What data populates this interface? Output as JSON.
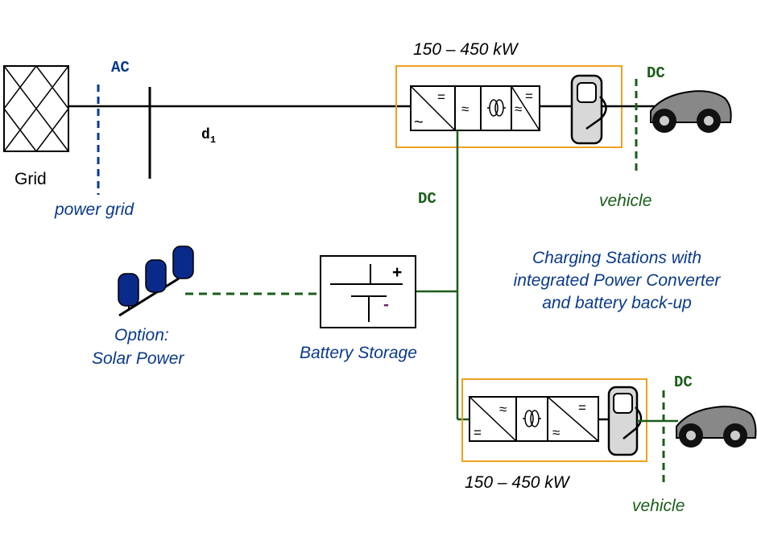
{
  "colors": {
    "ac": "#0a3a8a",
    "dc": "#1a5d1a",
    "station_border": "#f0a020",
    "caption": "#0a3a8a"
  },
  "grid": {
    "label": "Grid",
    "zone_label": "power grid",
    "ac_label": "AC"
  },
  "distance_label": {
    "main": "d",
    "sub": "1"
  },
  "station_top": {
    "power_label": "150 – 450 kW",
    "dc_label": "DC",
    "vehicle_label": "vehicle"
  },
  "station_bottom": {
    "power_label": "150 – 450 kW",
    "dc_label": "DC",
    "vehicle_label": "vehicle"
  },
  "dc_bus_label": "DC",
  "battery": {
    "label": "Battery Storage",
    "plus": "+",
    "minus": "-"
  },
  "solar": {
    "label_line1": "Option:",
    "label_line2": "Solar Power"
  },
  "caption": {
    "line1": "Charging Stations with",
    "line2": "integrated Power Converter",
    "line3": "and battery back-up"
  },
  "converter_symbols": {
    "dc": "=",
    "ac": "~",
    "hf_ac": "≈"
  },
  "icons": [
    "grid-tower-icon",
    "solar-panel-icon",
    "charger-plug-icon",
    "car-icon",
    "transformer-icon"
  ]
}
